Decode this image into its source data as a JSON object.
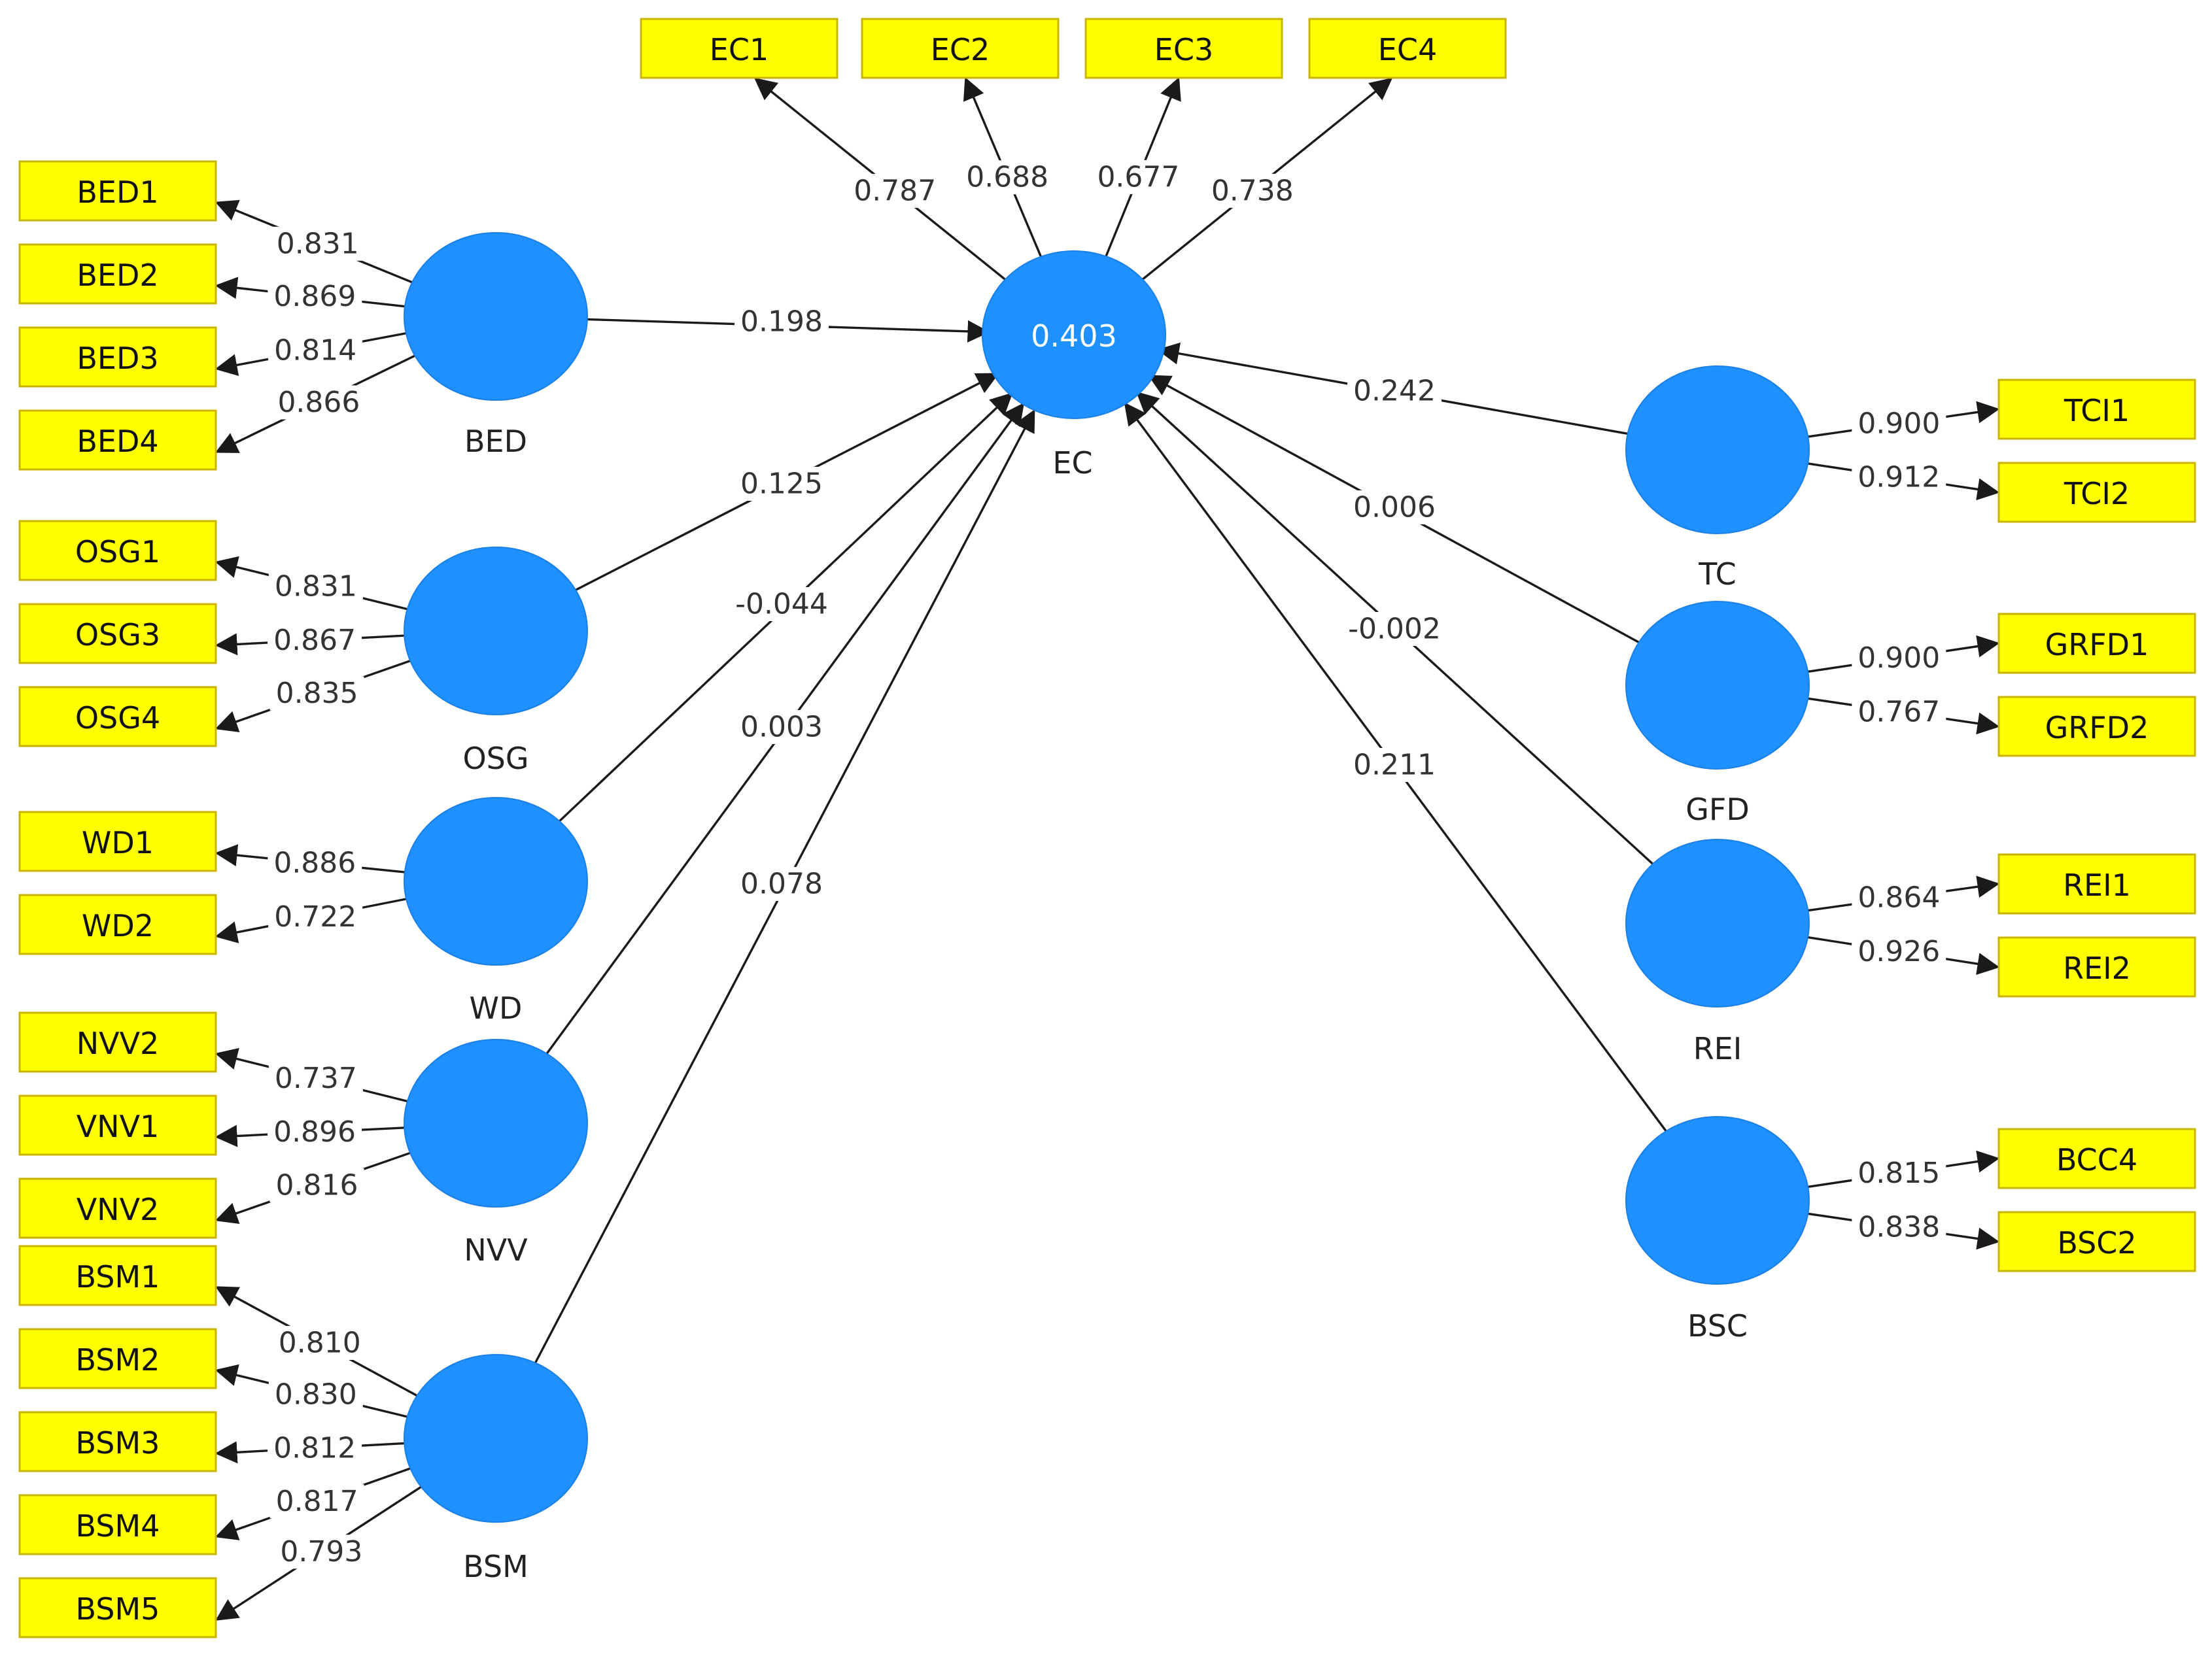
{
  "latents": [
    {
      "id": "BED",
      "label": "BED"
    },
    {
      "id": "OSG",
      "label": "OSG"
    },
    {
      "id": "WD",
      "label": "WD"
    },
    {
      "id": "NVV",
      "label": "NVV"
    },
    {
      "id": "BSM",
      "label": "BSM"
    },
    {
      "id": "EC",
      "label": "EC",
      "r_squared": "0.403"
    },
    {
      "id": "TC",
      "label": "TC"
    },
    {
      "id": "GFD",
      "label": "GFD"
    },
    {
      "id": "REI",
      "label": "REI"
    },
    {
      "id": "BSC",
      "label": "BSC"
    }
  ],
  "indicators": [
    {
      "id": "BED1",
      "label": "BED1"
    },
    {
      "id": "BED2",
      "label": "BED2"
    },
    {
      "id": "BED3",
      "label": "BED3"
    },
    {
      "id": "BED4",
      "label": "BED4"
    },
    {
      "id": "OSG1",
      "label": "OSG1"
    },
    {
      "id": "OSG3",
      "label": "OSG3"
    },
    {
      "id": "OSG4",
      "label": "OSG4"
    },
    {
      "id": "WD1",
      "label": "WD1"
    },
    {
      "id": "WD2",
      "label": "WD2"
    },
    {
      "id": "NVV2",
      "label": "NVV2"
    },
    {
      "id": "VNV1",
      "label": "VNV1"
    },
    {
      "id": "VNV2",
      "label": "VNV2"
    },
    {
      "id": "BSM1",
      "label": "BSM1"
    },
    {
      "id": "BSM2",
      "label": "BSM2"
    },
    {
      "id": "BSM3",
      "label": "BSM3"
    },
    {
      "id": "BSM4",
      "label": "BSM4"
    },
    {
      "id": "BSM5",
      "label": "BSM5"
    },
    {
      "id": "EC1",
      "label": "EC1"
    },
    {
      "id": "EC2",
      "label": "EC2"
    },
    {
      "id": "EC3",
      "label": "EC3"
    },
    {
      "id": "EC4",
      "label": "EC4"
    },
    {
      "id": "TCI1",
      "label": "TCI1"
    },
    {
      "id": "TCI2",
      "label": "TCI2"
    },
    {
      "id": "GRFD1",
      "label": "GRFD1"
    },
    {
      "id": "GRFD2",
      "label": "GRFD2"
    },
    {
      "id": "REI1",
      "label": "REI1"
    },
    {
      "id": "REI2",
      "label": "REI2"
    },
    {
      "id": "BCC4",
      "label": "BCC4"
    },
    {
      "id": "BSC2",
      "label": "BSC2"
    }
  ],
  "loadings": [
    {
      "latent": "BED",
      "indicator": "BED1",
      "value": "0.831"
    },
    {
      "latent": "BED",
      "indicator": "BED2",
      "value": "0.869"
    },
    {
      "latent": "BED",
      "indicator": "BED3",
      "value": "0.814"
    },
    {
      "latent": "BED",
      "indicator": "BED4",
      "value": "0.866"
    },
    {
      "latent": "OSG",
      "indicator": "OSG1",
      "value": "0.831"
    },
    {
      "latent": "OSG",
      "indicator": "OSG3",
      "value": "0.867"
    },
    {
      "latent": "OSG",
      "indicator": "OSG4",
      "value": "0.835"
    },
    {
      "latent": "WD",
      "indicator": "WD1",
      "value": "0.886"
    },
    {
      "latent": "WD",
      "indicator": "WD2",
      "value": "0.722"
    },
    {
      "latent": "NVV",
      "indicator": "NVV2",
      "value": "0.737"
    },
    {
      "latent": "NVV",
      "indicator": "VNV1",
      "value": "0.896"
    },
    {
      "latent": "NVV",
      "indicator": "VNV2",
      "value": "0.816"
    },
    {
      "latent": "BSM",
      "indicator": "BSM1",
      "value": "0.810"
    },
    {
      "latent": "BSM",
      "indicator": "BSM2",
      "value": "0.830"
    },
    {
      "latent": "BSM",
      "indicator": "BSM3",
      "value": "0.812"
    },
    {
      "latent": "BSM",
      "indicator": "BSM4",
      "value": "0.817"
    },
    {
      "latent": "BSM",
      "indicator": "BSM5",
      "value": "0.793"
    },
    {
      "latent": "EC",
      "indicator": "EC1",
      "value": "0.787"
    },
    {
      "latent": "EC",
      "indicator": "EC2",
      "value": "0.688"
    },
    {
      "latent": "EC",
      "indicator": "EC3",
      "value": "0.677"
    },
    {
      "latent": "EC",
      "indicator": "EC4",
      "value": "0.738"
    },
    {
      "latent": "TC",
      "indicator": "TCI1",
      "value": "0.900"
    },
    {
      "latent": "TC",
      "indicator": "TCI2",
      "value": "0.912"
    },
    {
      "latent": "GFD",
      "indicator": "GRFD1",
      "value": "0.900"
    },
    {
      "latent": "GFD",
      "indicator": "GRFD2",
      "value": "0.767"
    },
    {
      "latent": "REI",
      "indicator": "REI1",
      "value": "0.864"
    },
    {
      "latent": "REI",
      "indicator": "REI2",
      "value": "0.926"
    },
    {
      "latent": "BSC",
      "indicator": "BCC4",
      "value": "0.815"
    },
    {
      "latent": "BSC",
      "indicator": "BSC2",
      "value": "0.838"
    }
  ],
  "paths": [
    {
      "from": "BED",
      "to": "EC",
      "value": "0.198"
    },
    {
      "from": "OSG",
      "to": "EC",
      "value": "0.125"
    },
    {
      "from": "WD",
      "to": "EC",
      "value": "-0.044"
    },
    {
      "from": "NVV",
      "to": "EC",
      "value": "0.003"
    },
    {
      "from": "BSM",
      "to": "EC",
      "value": "0.078"
    },
    {
      "from": "TC",
      "to": "EC",
      "value": "0.242"
    },
    {
      "from": "GFD",
      "to": "EC",
      "value": "0.006"
    },
    {
      "from": "REI",
      "to": "EC",
      "value": "-0.002"
    },
    {
      "from": "BSC",
      "to": "EC",
      "value": "0.211"
    }
  ],
  "colors": {
    "latent_fill": "#1e90ff",
    "indicator_fill": "#ffff00",
    "edge": "#1a1a1a"
  }
}
